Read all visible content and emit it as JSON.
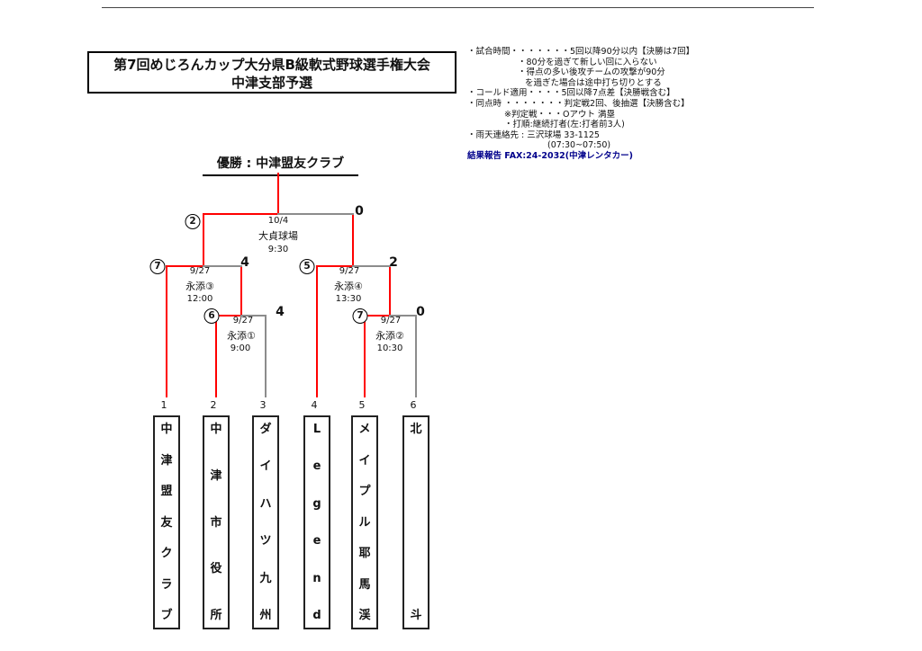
{
  "title": {
    "line1": "第7回めじろんカップ大分県B級軟式野球選手権大会",
    "line2": "中津支部予選"
  },
  "notes": {
    "lines": [
      "・試合時間・・・・・・・5回以降90分以内【決勝は7回】",
      "・80分を過ぎて新しい回に入らない",
      "・得点の多い後攻チームの攻撃が90分",
      "を過ぎた場合は途中打ち切りとする",
      "・コールド適用・・・・5回以降7点差【決勝戦含む】",
      "・同点時 ・・・・・・・判定戦2回、後抽選【決勝含む】",
      "※判定戦・・・Oアウト 満塁",
      "・打順:継続打者(左:打者前3人)",
      "・雨天連絡先 : 三沢球場 33-1125",
      "(07:30~07:50)"
    ],
    "footer": "結果報告 FAX:24-2032(中津レンタカー)"
  },
  "champion": {
    "text": "優勝 : 中津盟友クラブ"
  },
  "matches": {
    "final": {
      "date": "10/4",
      "venue": "大貞球場",
      "time": "9:30",
      "score_circled": "2",
      "score_plain": "0"
    },
    "semi_left": {
      "date": "9/27",
      "venue": "永添③",
      "time": "12:00",
      "score_circled": "7",
      "score_plain": "4"
    },
    "semi_right": {
      "date": "9/27",
      "venue": "永添④",
      "time": "13:30",
      "score_circled": "5",
      "score_plain": "2"
    },
    "quarter_left": {
      "date": "9/27",
      "venue": "永添①",
      "time": "9:00",
      "score_circled": "6",
      "score_plain": "4"
    },
    "quarter_right": {
      "date": "9/27",
      "venue": "永添②",
      "time": "10:30",
      "score_circled": "7",
      "score_plain": "0"
    }
  },
  "teams": [
    {
      "seed": "1",
      "name": "中津盟友クラブ"
    },
    {
      "seed": "2",
      "name": "中津市役所"
    },
    {
      "seed": "3",
      "name": "ダイハツ九州"
    },
    {
      "seed": "4",
      "name": "Legend"
    },
    {
      "seed": "5",
      "name": "メイプル耶馬渓"
    },
    {
      "seed": "6",
      "name": "北斗"
    }
  ],
  "colors": {
    "red": "#ff0000",
    "gray": "#8c8c8c",
    "navy": "#00008b",
    "ink": "#111111"
  }
}
